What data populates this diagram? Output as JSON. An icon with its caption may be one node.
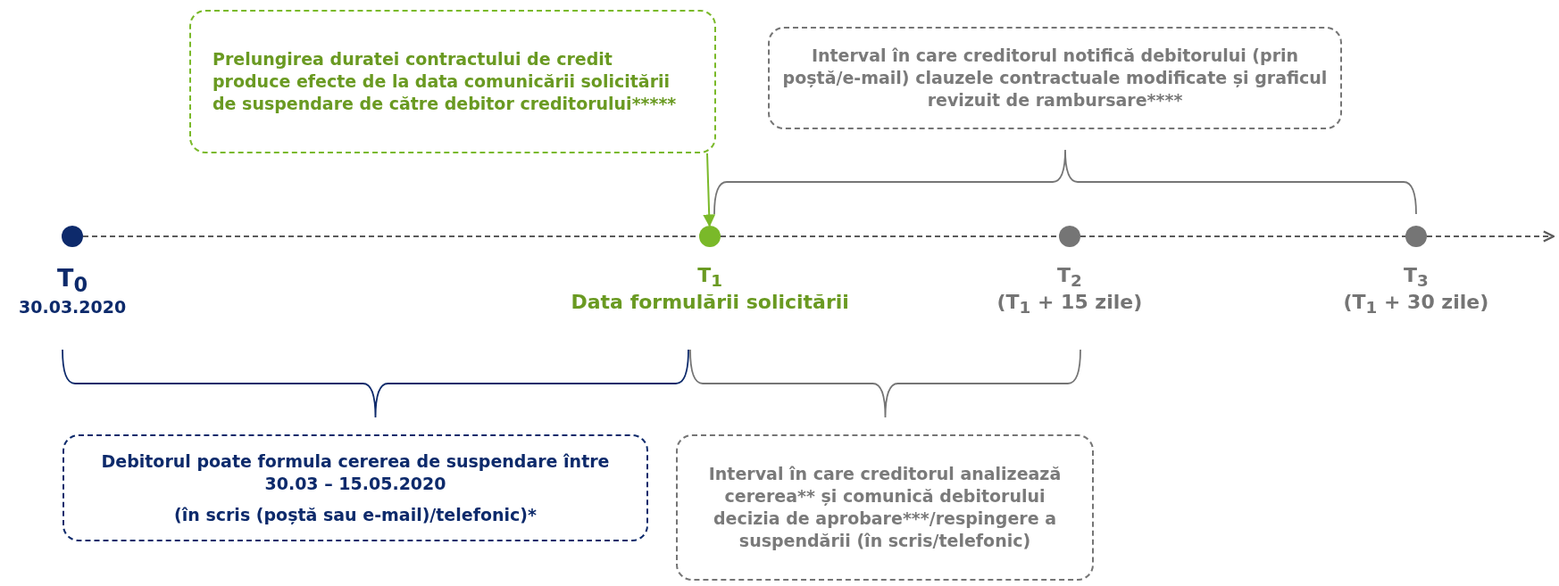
{
  "diagram": {
    "nodes": [
      {
        "text": [
          "Prelungirea duratei contractului de credit produce efecte de la data comunicării solicitării de suspendare de către debitor creditorului*****"
        ]
      },
      {
        "text": [
          "Interval în care creditorul notifică debitorului (prin poștă/e-mail) clauzele contractuale modificate și graficul revizuit  de rambursare****"
        ]
      },
      {
        "text": [
          "T$_{0}$",
          "30.03.2020"
        ]
      },
      {
        "text": [
          "T$_{1}$",
          "Data formulării solicitării"
        ]
      },
      {
        "text": [
          "T$_{2}$",
          "(T$_{1}$ + 15 zile)"
        ]
      },
      {
        "text": [
          "T$_{3}$",
          "(T$_{1}$ + 30 zile)"
        ]
      },
      {
        "text": [
          "Debitorul poate formula cererea de suspendare între 30.03 – 15.05.2020",
          "(în scris (poștă sau e-mail)/telefonic)*"
        ]
      },
      {
        "text": [
          "Interval în care creditorul analizează cererea**  și comunică debitorului decizia de aprobare***/respingere a suspendării (în scris/telefonic)"
        ]
      }
    ],
    "edges": [
      {
        "from": 0,
        "to": 3,
        "arrow": "to",
        "color": "#7ab929"
      },
      {
        "from": 2,
        "to": 3,
        "arrow": "none",
        "style": "dashed"
      },
      {
        "from": 3,
        "to": 4,
        "arrow": "none",
        "style": "dashed"
      },
      {
        "from": 4,
        "to": 5,
        "arrow": "none",
        "style": "dashed"
      },
      {
        "from": 5,
        "to": null,
        "arrow": "to",
        "style": "dashed"
      }
    ]
  }
}
